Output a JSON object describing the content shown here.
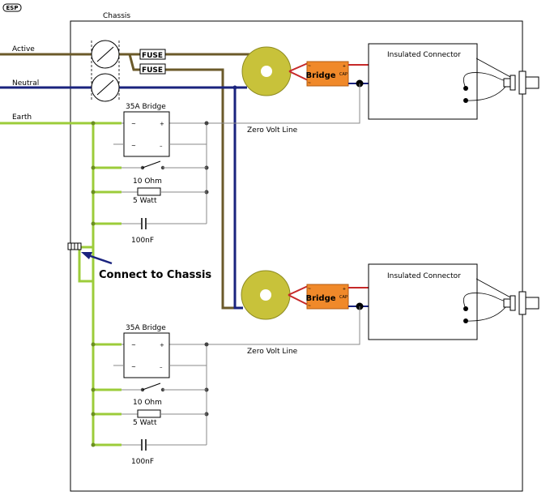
{
  "logo": "ESP",
  "labels": {
    "chassis": "Chassis",
    "active": "Active",
    "neutral": "Neutral",
    "earth": "Earth",
    "fuse": "FUSE",
    "bridge_top": "35A Bridge",
    "bridge_bottom": "35A Bridge",
    "ohm_top": "10 Ohm",
    "watt_top": "5 Watt",
    "nf_top": "100nF",
    "ohm_bottom": "10 Ohm",
    "watt_bottom": "5 Watt",
    "nf_bottom": "100nF",
    "zero_volt_top": "Zero Volt Line",
    "zero_volt_bottom": "Zero Volt Line",
    "insulated_top": "Insulated Connector",
    "insulated_bottom": "Insulated Connector",
    "connect_chassis": "Connect to Chassis",
    "bridge_rect": "Bridge",
    "cap": "CAP",
    "ac": "~",
    "plus": "+",
    "minus": "–"
  },
  "colors": {
    "active_wire": "#6b5a2a",
    "neutral_wire": "#1a237e",
    "earth_wire": "#9ccc3a",
    "transformer": "#c8c23a",
    "bridge_fill": "#f0892a",
    "red_wire": "#c62828",
    "grey_wire": "#777777"
  }
}
